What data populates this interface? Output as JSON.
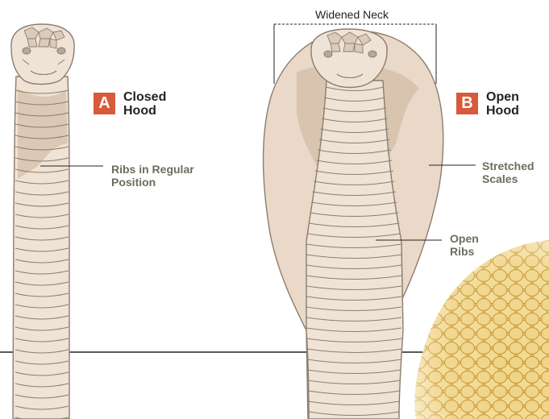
{
  "colors": {
    "accent": "#d65a3b",
    "callout_text": "#6e6c5e",
    "body_fill": "#efe3d6",
    "hood_fill": "#ead9c8",
    "shade": "#d4bfa9",
    "outline": "#8b7d70",
    "scales": "#e6c165"
  },
  "panel_a": {
    "letter": "A",
    "title_line1": "Closed",
    "title_line2": "Hood"
  },
  "panel_b": {
    "letter": "B",
    "title_line1": "Open",
    "title_line2": "Hood"
  },
  "labels": {
    "widened_neck": "Widened Neck",
    "ribs_regular_line1": "Ribs in Regular",
    "ribs_regular_line2": "Position",
    "stretched_line1": "Stretched",
    "stretched_line2": "Scales",
    "open_ribs_line1": "Open",
    "open_ribs_line2": "Ribs"
  }
}
